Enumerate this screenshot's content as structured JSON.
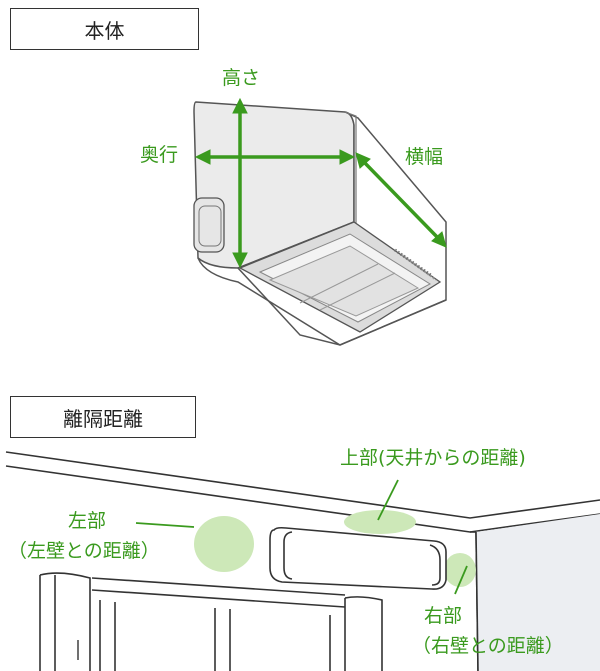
{
  "section1": {
    "title": "本体"
  },
  "section2": {
    "title": "離隔距離"
  },
  "dimensions": {
    "height": "高さ",
    "depth": "奥行",
    "width": "横幅"
  },
  "clearances": {
    "top": "上部(天井からの距離)",
    "left_line1": "左部",
    "left_line2": "（左壁との距離）",
    "right_line1": "右部",
    "right_line2": "（右壁との距離）"
  },
  "colors": {
    "accent": "#3a9a1e",
    "zone": "#cde8b8",
    "outline": "#333333",
    "body": "#ebebeb"
  }
}
